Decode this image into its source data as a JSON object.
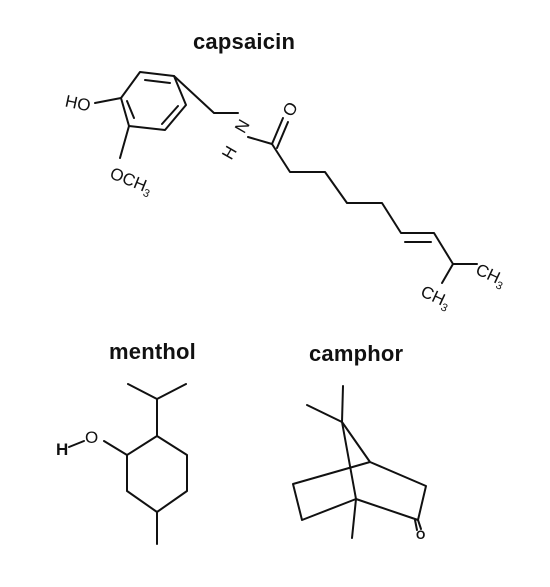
{
  "titles": {
    "capsaicin": "capsaicin",
    "menthol": "menthol",
    "camphor": "camphor"
  },
  "atoms": {
    "HO": "HO",
    "OCH3_main": "OCH",
    "OCH3_sub": "3",
    "N": "N",
    "H_amide": "H",
    "O_carbonyl": "O",
    "CH3_a_main": "CH",
    "CH3_a_sub": "3",
    "CH3_b_main": "CH",
    "CH3_b_sub": "3",
    "H_menthol": "H",
    "O_menthol": "O",
    "O_camphor": "O"
  },
  "colors": {
    "ink": "#111111",
    "background": "#ffffff"
  }
}
